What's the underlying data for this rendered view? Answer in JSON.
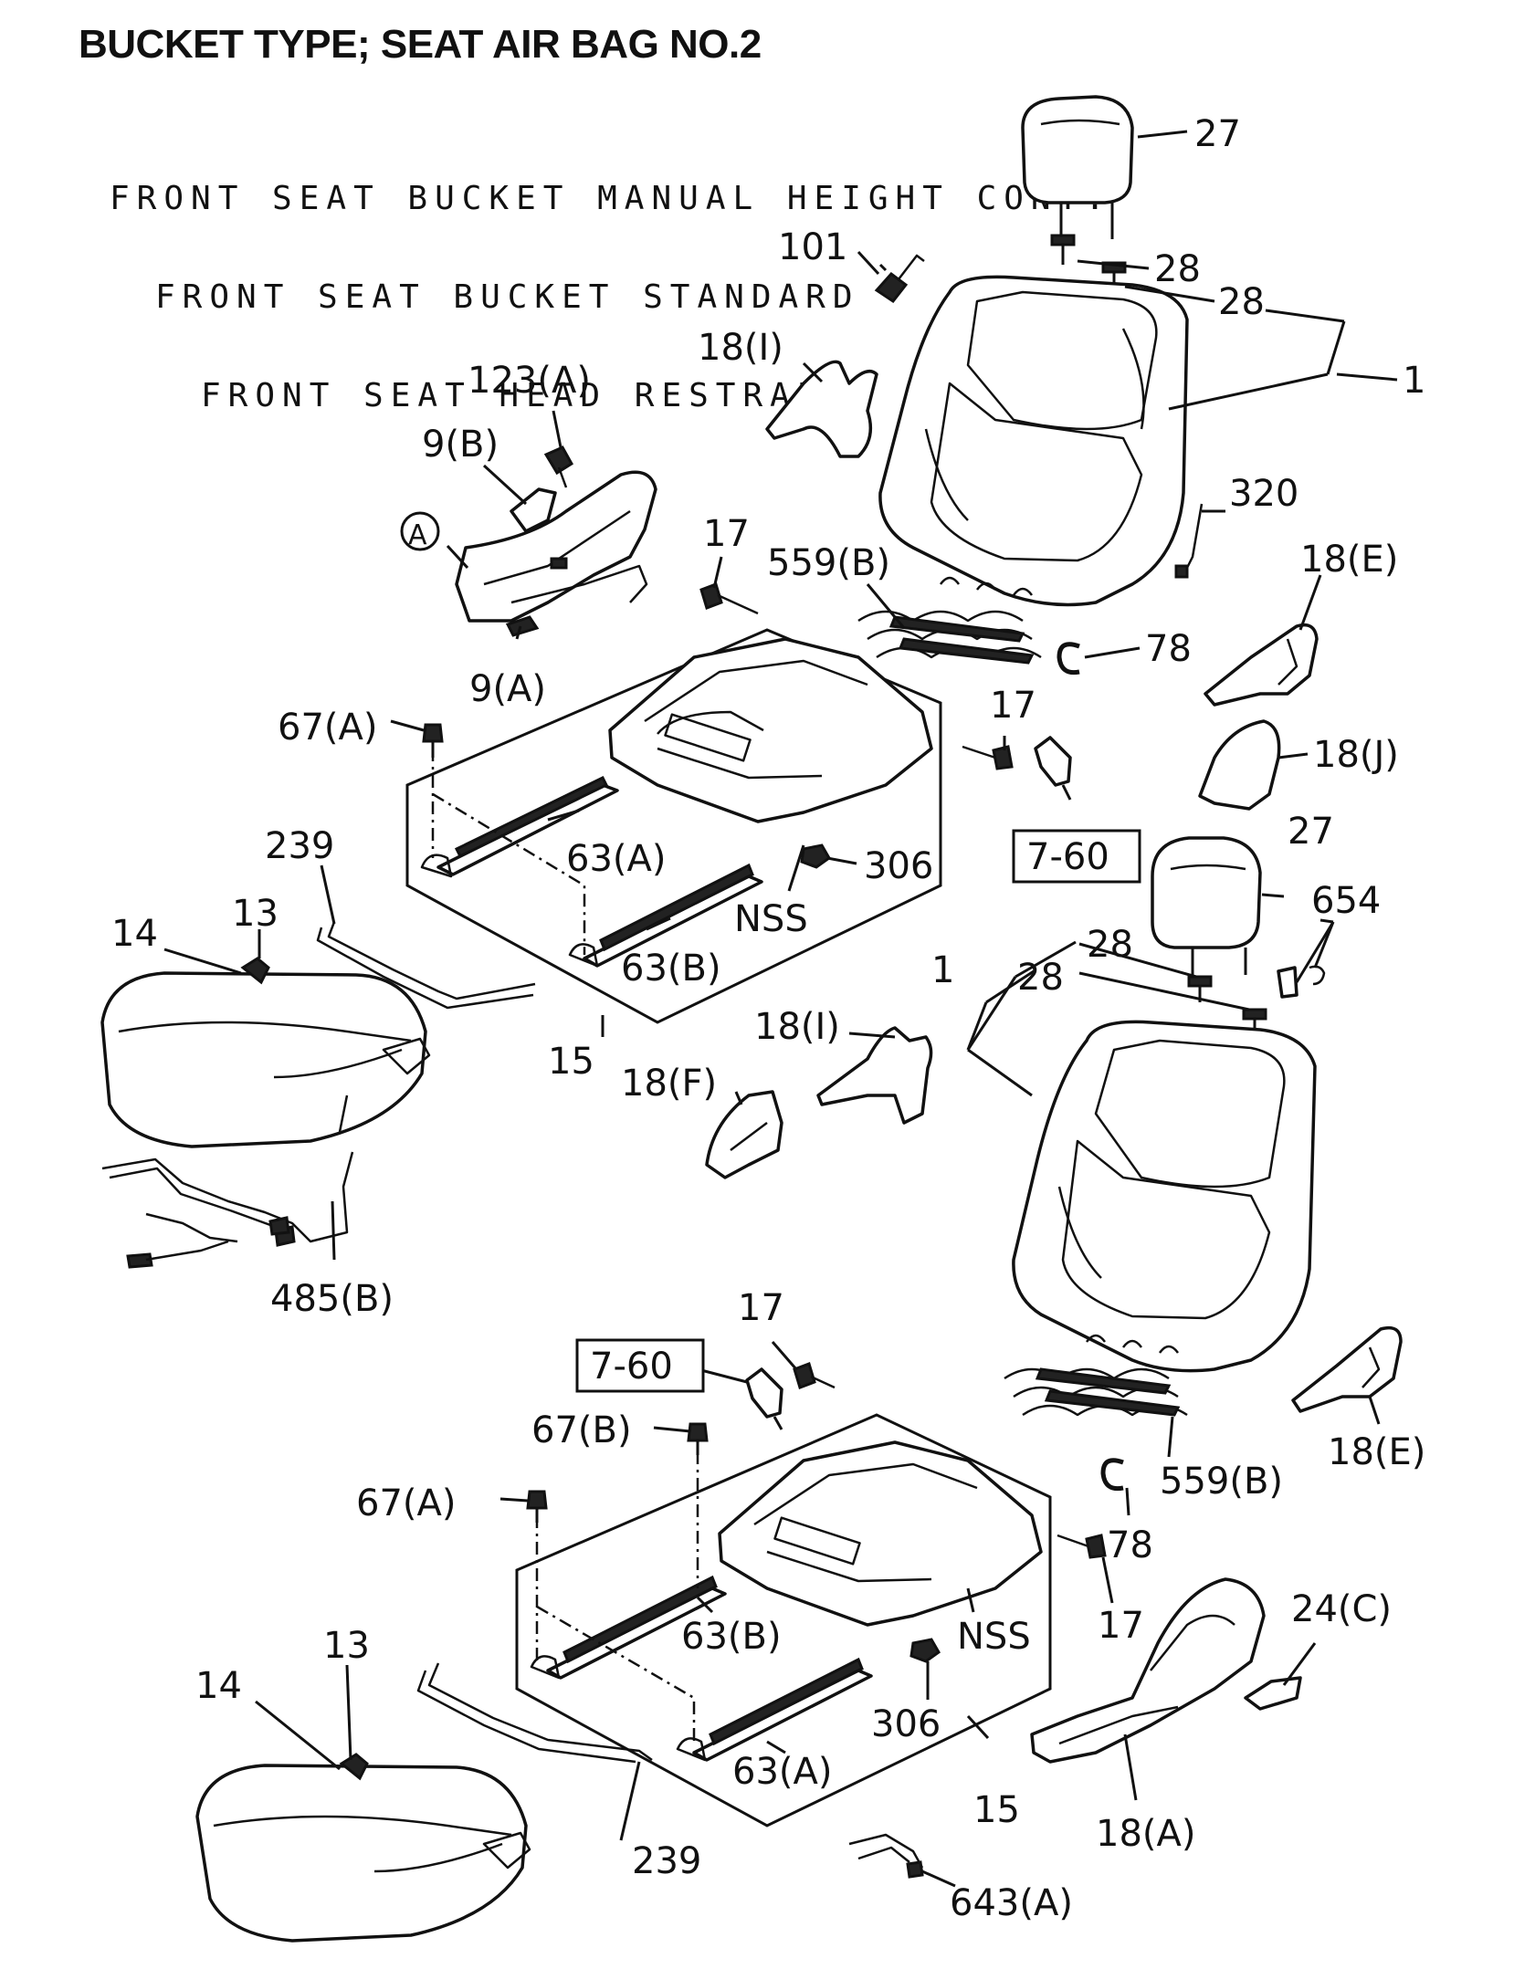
{
  "title": "BUCKET TYPE; SEAT AIR BAG NO.2",
  "subtitle_lines": [
    "FRONT SEAT BUCKET MANUAL HEIGHT CONT.",
    "FRONT SEAT BUCKET STANDARD",
    "FRONT SEAT HEAD RESTRAINT"
  ],
  "callouts": {
    "c27a": "27",
    "c28a": "28",
    "c28b": "28",
    "c1a": "1",
    "c101": "101",
    "c18i_a": "18(I)",
    "c123a": "123(A)",
    "c9b": "9(B)",
    "cA": "A",
    "c9a": "9(A)",
    "c17a": "17",
    "c559b_a": "559(B)",
    "c320": "320",
    "c18e_a": "18(E)",
    "c78a": "78",
    "c17b": "17",
    "c18j": "18(J)",
    "c67a_a": "67(A)",
    "c239a": "239",
    "c63a_a": "63(A)",
    "c306a": "306",
    "c760a": "7-60",
    "cNSSa": "NSS",
    "c13a": "13",
    "c14a": "14",
    "c63b_a": "63(B)",
    "c15a": "15",
    "c27b": "27",
    "c654": "654",
    "c28c": "28",
    "c1b": "1",
    "c28d": "28",
    "c18i_b": "18(I)",
    "c18f": "18(F)",
    "c485b": "485(B)",
    "c17c": "17",
    "c760b": "7-60",
    "c67b": "67(B)",
    "c18e_b": "18(E)",
    "c559b_b": "559(B)",
    "c67a_b": "67(A)",
    "c78b": "78",
    "c17d": "17",
    "c24c": "24(C)",
    "c63b_b": "63(B)",
    "cNSSb": "NSS",
    "c13b": "13",
    "c14b": "14",
    "c306b": "306",
    "c63a_b": "63(A)",
    "c15b": "15",
    "c18a": "18(A)",
    "c239b": "239",
    "c643a": "643(A)"
  }
}
